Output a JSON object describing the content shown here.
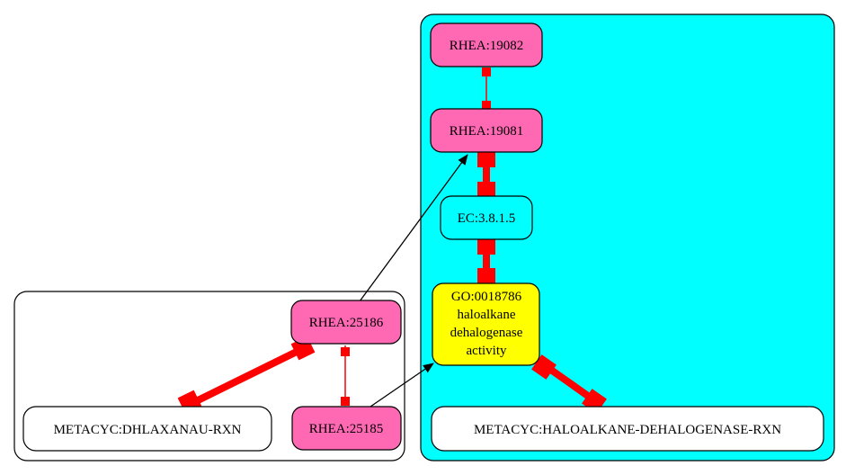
{
  "colors": {
    "cluster_right_fill": "#00ffff",
    "cluster_left_fill": "#ffffff",
    "rhea_fill": "#ff69b4",
    "go_fill": "#ffff00",
    "plain_fill": "#ffffff",
    "stroke": "#000000",
    "edge_red": "#ff0000",
    "edge_black": "#000000"
  },
  "nodes": {
    "rhea_19082": {
      "label": "RHEA:19082"
    },
    "rhea_19081": {
      "label": "RHEA:19081"
    },
    "ec_3_8_1_5": {
      "label": "EC:3.8.1.5"
    },
    "go_0018786": {
      "lines": [
        "GO:0018786",
        "haloalkane",
        "dehalogenase",
        "activity"
      ]
    },
    "metacyc_haloalkane": {
      "label": "METACYC:HALOALKANE-DEHALOGENASE-RXN"
    },
    "rhea_25186": {
      "label": "RHEA:25186"
    },
    "rhea_25185": {
      "label": "RHEA:25185"
    },
    "metacyc_dhlaxanau": {
      "label": "METACYC:DHLAXANAU-RXN"
    }
  }
}
